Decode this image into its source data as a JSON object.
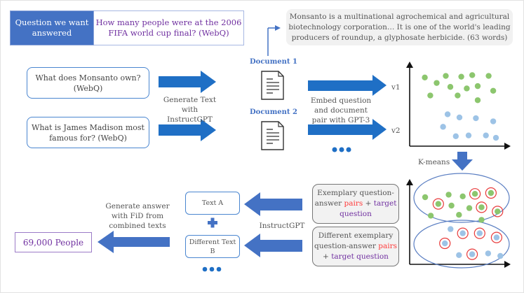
{
  "target_question": {
    "header": "Question we want answered",
    "text": "How many people were at the 2006 FIFA world cup final? (WebQ)"
  },
  "document_snippet": "Monsanto is a multinational agrochemical and agricultural biotechnology corporation… It is one of the world's leading producers of roundup, a glyphosate herbicide. (63 words)",
  "input_questions": [
    {
      "text": "What does Monsanto own? (WebQ)"
    },
    {
      "text": "What is James Madison most famous for? (WebQ)"
    }
  ],
  "generate_label": "Generate Text with InstructGPT",
  "documents": [
    {
      "title": "Document 1"
    },
    {
      "title": "Document 2"
    }
  ],
  "embed_label": "Embed question and document pair with GPT-3",
  "vector_labels": [
    "v1",
    "v2"
  ],
  "kmeans_label": "K-means",
  "prompt_boxes": [
    {
      "parts": [
        {
          "t": "Exemplary question-answer ",
          "c": "normal"
        },
        {
          "t": "pairs",
          "c": "red"
        },
        {
          "t": " + ",
          "c": "normal"
        },
        {
          "t": "target question",
          "c": "purple"
        }
      ]
    },
    {
      "parts": [
        {
          "t": "Different exemplary question-answer ",
          "c": "normal"
        },
        {
          "t": "pairs",
          "c": "red"
        },
        {
          "t": " + ",
          "c": "normal"
        },
        {
          "t": "target question",
          "c": "purple"
        }
      ]
    }
  ],
  "instructgpt_label": "InstructGPT",
  "texts": [
    {
      "label": "Text A"
    },
    {
      "label": "Different Text B"
    }
  ],
  "fid_label": "Generate answer with FiD from combined texts",
  "answer": "69,000 People",
  "colors": {
    "accent_blue": "#4472c4",
    "arrow_blue": "#1f6fc5",
    "green_point": "#8cc66e",
    "blue_point": "#9dc3e6",
    "selected_ring": "#e83a3a",
    "purple_text": "#7030a0",
    "red_text": "#ff3b3b"
  },
  "scatter_top": {
    "green": [
      [
        0.12,
        0.85
      ],
      [
        0.25,
        0.78
      ],
      [
        0.35,
        0.87
      ],
      [
        0.52,
        0.86
      ],
      [
        0.64,
        0.88
      ],
      [
        0.82,
        0.87
      ],
      [
        0.4,
        0.73
      ],
      [
        0.58,
        0.71
      ],
      [
        0.7,
        0.74
      ],
      [
        0.87,
        0.68
      ],
      [
        0.18,
        0.62
      ],
      [
        0.48,
        0.62
      ],
      [
        0.7,
        0.56
      ]
    ],
    "blue": [
      [
        0.37,
        0.38
      ],
      [
        0.5,
        0.34
      ],
      [
        0.68,
        0.33
      ],
      [
        0.87,
        0.29
      ],
      [
        0.32,
        0.22
      ],
      [
        0.46,
        0.1
      ],
      [
        0.6,
        0.11
      ],
      [
        0.79,
        0.11
      ],
      [
        0.9,
        0.08
      ]
    ]
  },
  "scatter_bottom": {
    "green": [
      {
        "p": [
          0.12,
          0.8
        ],
        "sel": false
      },
      {
        "p": [
          0.26,
          0.72
        ],
        "sel": true
      },
      {
        "p": [
          0.37,
          0.83
        ],
        "sel": false
      },
      {
        "p": [
          0.52,
          0.81
        ],
        "sel": false
      },
      {
        "p": [
          0.65,
          0.84
        ],
        "sel": true
      },
      {
        "p": [
          0.82,
          0.85
        ],
        "sel": true
      },
      {
        "p": [
          0.4,
          0.7
        ],
        "sel": false
      },
      {
        "p": [
          0.59,
          0.67
        ],
        "sel": false
      },
      {
        "p": [
          0.72,
          0.68
        ],
        "sel": true
      },
      {
        "p": [
          0.89,
          0.63
        ],
        "sel": true
      },
      {
        "p": [
          0.18,
          0.58
        ],
        "sel": false
      },
      {
        "p": [
          0.48,
          0.59
        ],
        "sel": false
      },
      {
        "p": [
          0.72,
          0.53
        ],
        "sel": false
      }
    ],
    "blue": [
      {
        "p": [
          0.39,
          0.42
        ],
        "sel": false
      },
      {
        "p": [
          0.52,
          0.37
        ],
        "sel": true
      },
      {
        "p": [
          0.7,
          0.37
        ],
        "sel": true
      },
      {
        "p": [
          0.88,
          0.32
        ],
        "sel": true
      },
      {
        "p": [
          0.33,
          0.25
        ],
        "sel": true
      },
      {
        "p": [
          0.48,
          0.11
        ],
        "sel": false
      },
      {
        "p": [
          0.62,
          0.12
        ],
        "sel": true
      },
      {
        "p": [
          0.79,
          0.13
        ],
        "sel": false
      },
      {
        "p": [
          0.92,
          0.1
        ],
        "sel": false
      }
    ]
  }
}
